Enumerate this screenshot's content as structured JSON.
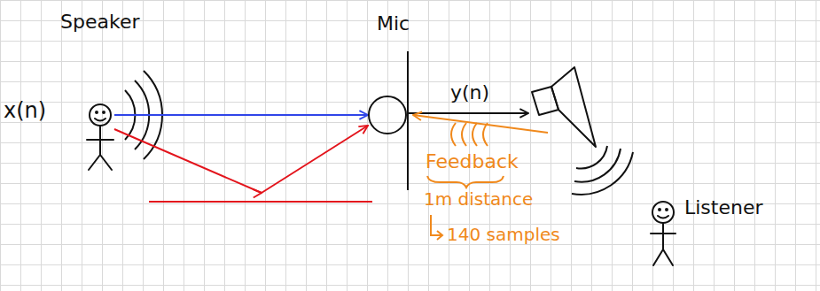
{
  "diagram": {
    "nodes": [
      {
        "text": [
          "Speaker",
          "x(n)"
        ]
      },
      {
        "text": [
          "Mic"
        ]
      }
    ],
    "edges": [
      {
        "from": 0,
        "to": 1,
        "arrow": "to"
      },
      {
        "from": 0,
        "to": 1,
        "arrow": "to"
      }
    ],
    "labels": [
      "y(n)",
      "Feedback",
      "1m distance",
      "140 samples",
      "Listener"
    ]
  }
}
